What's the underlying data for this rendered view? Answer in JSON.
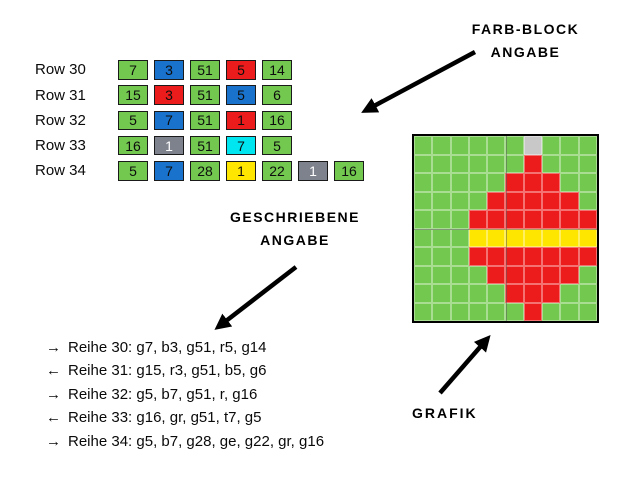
{
  "colors": {
    "green": "#73c850",
    "blue": "#1973cd",
    "red": "#ed1c1c",
    "gray": "#7d828c",
    "cyan": "#00e6f0",
    "yellow": "#ffe600",
    "light_gray": "#c8c8c8"
  },
  "annotations": {
    "farb_block": {
      "line1": "FARB-BLOCK",
      "line2": "ANGABE"
    },
    "geschriebene": {
      "line1": "GESCHRIEBENE",
      "line2": "ANGABE"
    },
    "grafik": "GRAFIK"
  },
  "block_rows": [
    {
      "label": "Row 30",
      "blocks": [
        {
          "color": "green",
          "value": "7"
        },
        {
          "color": "blue",
          "value": "3"
        },
        {
          "color": "green",
          "value": "51"
        },
        {
          "color": "red",
          "value": "5"
        },
        {
          "color": "green",
          "value": "14"
        }
      ]
    },
    {
      "label": "Row 31",
      "blocks": [
        {
          "color": "green",
          "value": "15"
        },
        {
          "color": "red",
          "value": "3"
        },
        {
          "color": "green",
          "value": "51"
        },
        {
          "color": "blue",
          "value": "5"
        },
        {
          "color": "green",
          "value": "6"
        }
      ]
    },
    {
      "label": "Row 32",
      "blocks": [
        {
          "color": "green",
          "value": "5"
        },
        {
          "color": "blue",
          "value": "7"
        },
        {
          "color": "green",
          "value": "51"
        },
        {
          "color": "red",
          "value": "1"
        },
        {
          "color": "green",
          "value": "16"
        }
      ]
    },
    {
      "label": "Row 33",
      "blocks": [
        {
          "color": "green",
          "value": "16"
        },
        {
          "color": "gray",
          "value": "1"
        },
        {
          "color": "green",
          "value": "51"
        },
        {
          "color": "cyan",
          "value": "7"
        },
        {
          "color": "green",
          "value": "5"
        }
      ]
    },
    {
      "label": "Row 34",
      "blocks": [
        {
          "color": "green",
          "value": "5"
        },
        {
          "color": "blue",
          "value": "7"
        },
        {
          "color": "green",
          "value": "28"
        },
        {
          "color": "yellow",
          "value": "1"
        },
        {
          "color": "green",
          "value": "22"
        },
        {
          "color": "gray",
          "value": "1"
        },
        {
          "color": "green",
          "value": "16"
        }
      ]
    }
  ],
  "instructions": [
    {
      "direction": "→",
      "text": "Reihe 30: g7, b3, g51, r5, g14"
    },
    {
      "direction": "←",
      "text": "Reihe 31: g15, r3, g51, b5, g6"
    },
    {
      "direction": "→",
      "text": "Reihe 32: g5, b7, g51, r, g16"
    },
    {
      "direction": "←",
      "text": "Reihe 33: g16, gr, g51, t7, g5"
    },
    {
      "direction": "→",
      "text": "Reihe 34: g5, b7, g28, ge, g22, gr, g16"
    }
  ],
  "grid": {
    "columns": 10,
    "rows": 10,
    "legend": {
      "g": "green",
      "r": "red",
      "y": "yellow",
      "s": "light_gray"
    },
    "cells": [
      "ggggggsggg",
      "ggggggrggg",
      "gggggrrrgg",
      "ggggrrrrrg",
      "gggrrrrrrr",
      "gggyyyyyyy",
      "gggrrrrrrr",
      "ggggrrrrrg",
      "gggggrrrgg",
      "ggggggrggg"
    ]
  }
}
